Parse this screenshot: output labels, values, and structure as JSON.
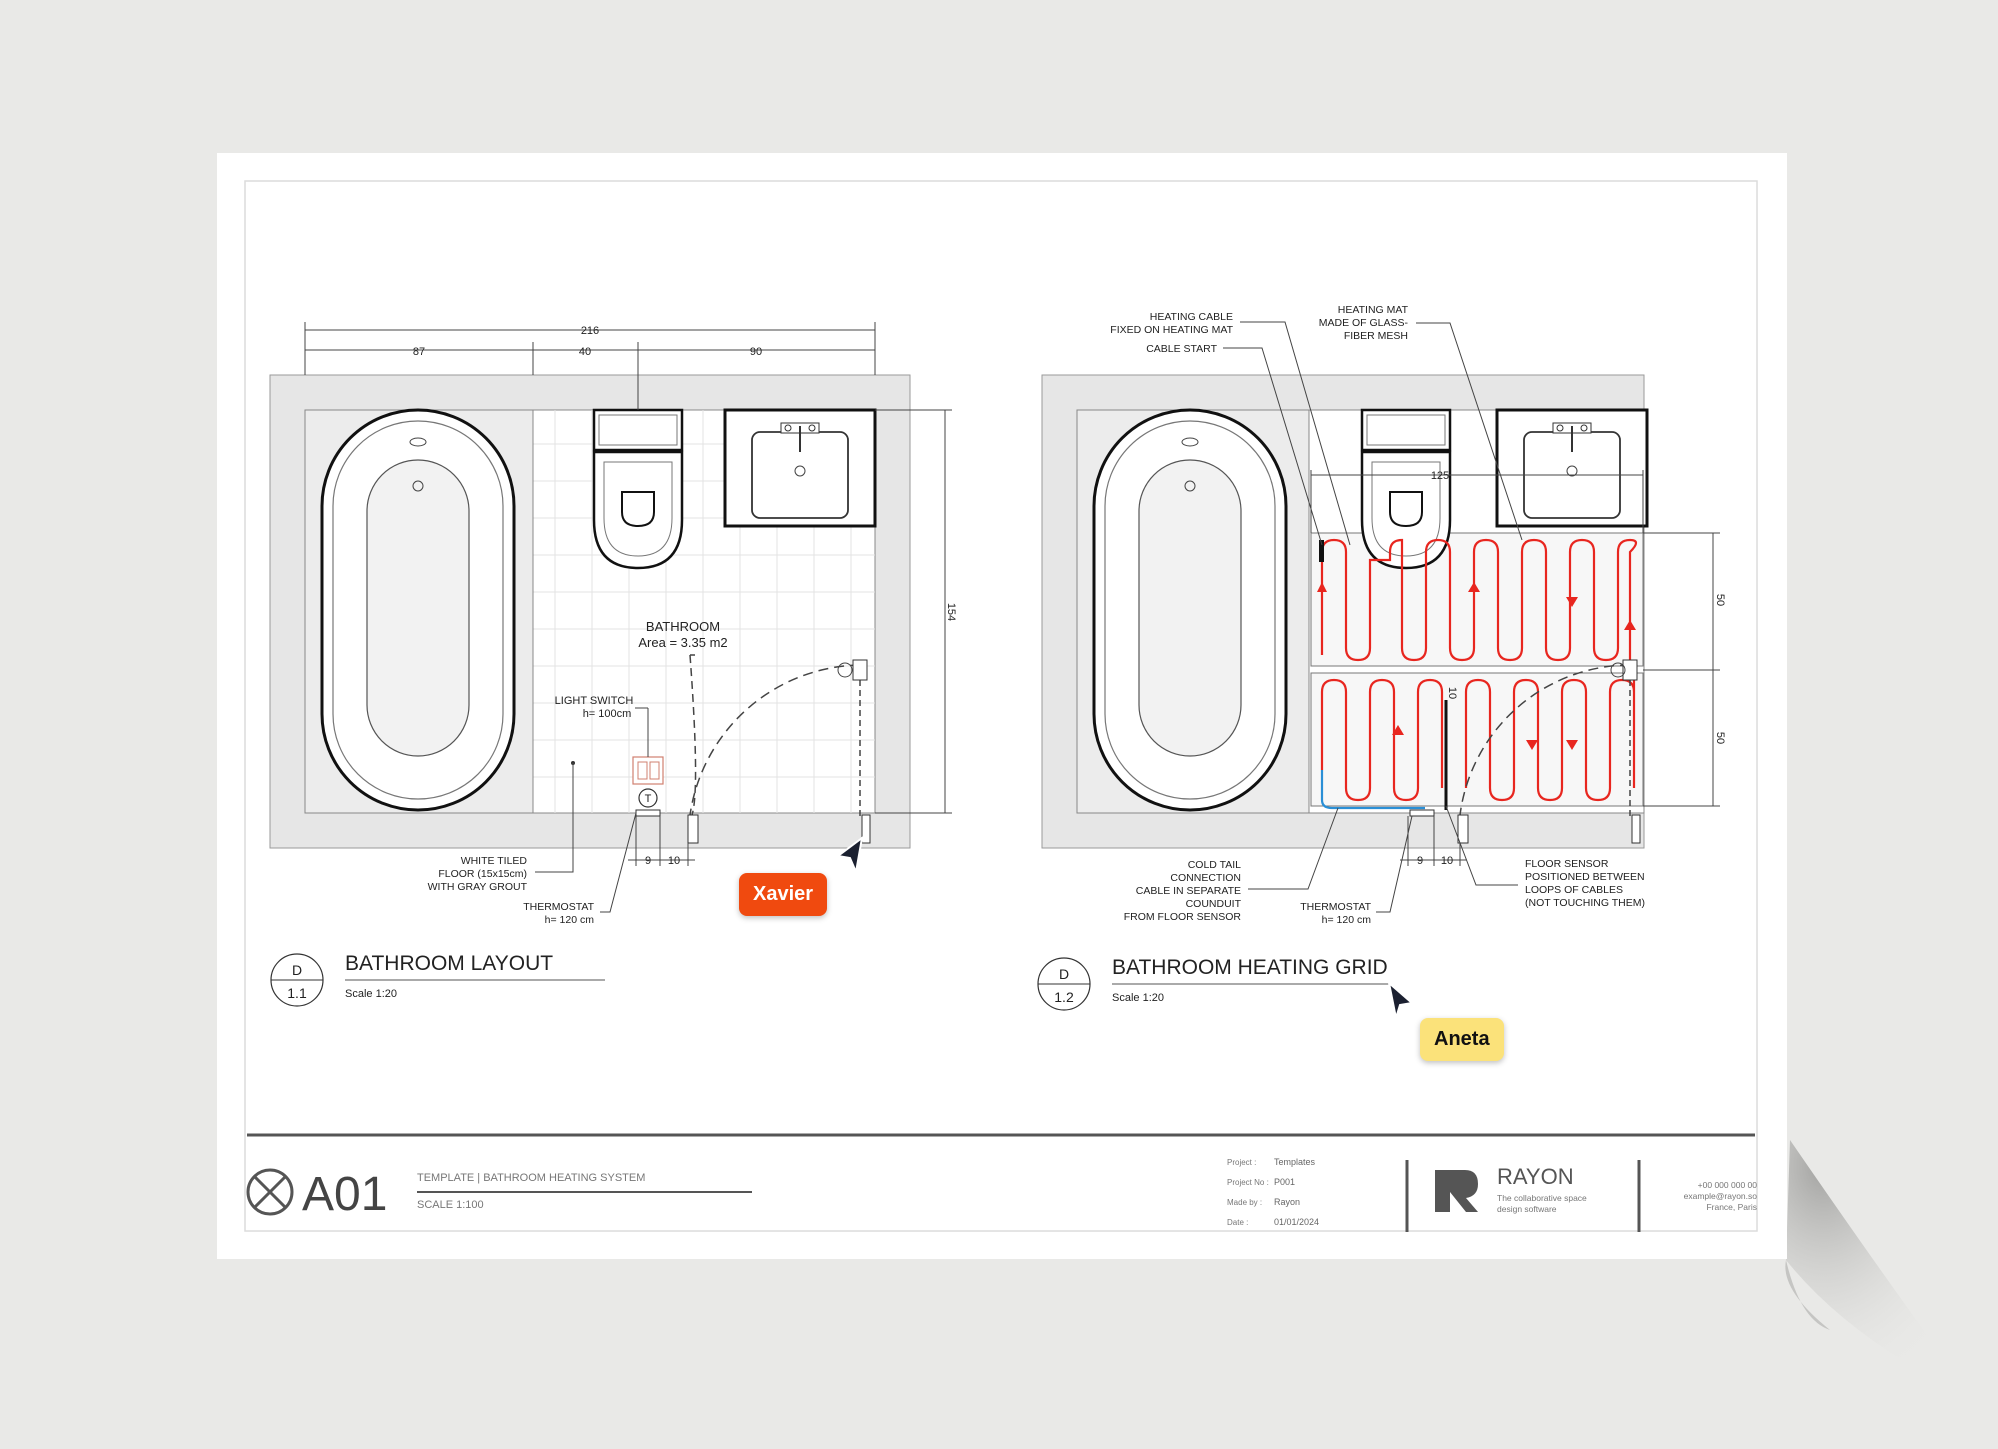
{
  "sheet": {
    "number": "A01",
    "template": "TEMPLATE | BATHROOM HEATING SYSTEM",
    "scale": "SCALE 1:100",
    "project_label": "Project :",
    "project_value": "Templates",
    "project_no_label": "Project No :",
    "project_no_value": "P001",
    "made_by_label": "Made by :",
    "made_by_value": "Rayon",
    "date_label": "Date :",
    "date_value": "01/01/2024",
    "brand_name": "RAYON",
    "brand_tagline_1": "The collaborative space",
    "brand_tagline_2": "design software",
    "phone": "+00 000 000 00",
    "email": "example@rayon.so",
    "location": "France, Paris"
  },
  "layout": {
    "title": "BATHROOM LAYOUT",
    "scale": "Scale 1:20",
    "tag_top": "D",
    "tag_bottom": "1.1",
    "dim_total": "216",
    "dim_a": "87",
    "dim_b": "40",
    "dim_c": "90",
    "dim_height": "154",
    "room_name": "BATHROOM",
    "room_area": "Area = 3.35 m2",
    "light_switch_1": "LIGHT SWITCH",
    "light_switch_2": "h= 100cm",
    "thermostat_symbol": "T",
    "floor_note_1": "WHITE TILED",
    "floor_note_2": "FLOOR (15x15cm)",
    "floor_note_3": "WITH GRAY GROUT",
    "thermostat_1": "THERMOSTAT",
    "thermostat_2": "h= 120 cm",
    "dim_9": "9",
    "dim_10": "10"
  },
  "heating": {
    "title": "BATHROOM HEATING GRID",
    "scale": "Scale 1:20",
    "tag_top": "D",
    "tag_bottom": "1.2",
    "cable_note_1": "HEATING CABLE",
    "cable_note_2": "FIXED ON HEATING MAT",
    "cable_start": "CABLE START",
    "mat_note_1": "HEATING MAT",
    "mat_note_2": "MADE OF GLASS-",
    "mat_note_3": "FIBER MESH",
    "dim_125": "125",
    "dim_50a": "50",
    "dim_50b": "50",
    "dim_10v": "10",
    "cold_1": "COLD TAIL",
    "cold_2": "CONNECTION",
    "cold_3": "CABLE IN SEPARATE",
    "cold_4": "COUNDUIT",
    "cold_5": "FROM FLOOR SENSOR",
    "thermostat_1": "THERMOSTAT",
    "thermostat_2": "h= 120 cm",
    "sensor_1": "FLOOR SENSOR",
    "sensor_2": "POSITIONED BETWEEN",
    "sensor_3": "LOOPS OF CABLES",
    "sensor_4": "(NOT TOUCHING THEM)",
    "dim_9": "9",
    "dim_10": "10"
  },
  "cursors": [
    {
      "name": "Xavier",
      "color": "#f04a0f"
    },
    {
      "name": "Aneta",
      "color": "#fbe27a"
    }
  ],
  "colors": {
    "heating_cable": "#e8261f",
    "cold_tail": "#2a8fd6"
  }
}
